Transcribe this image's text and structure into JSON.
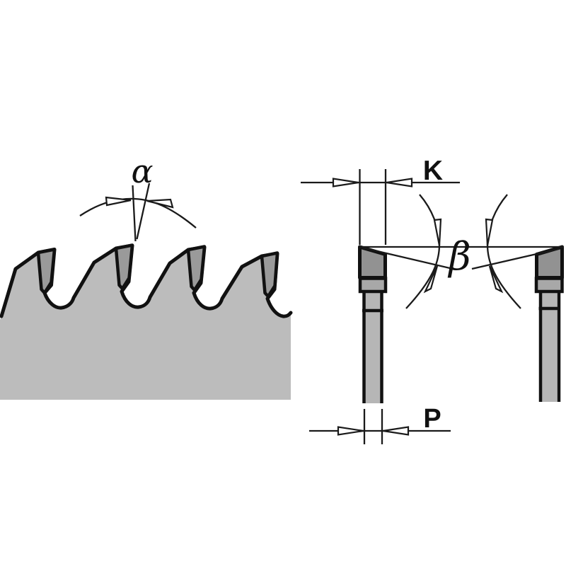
{
  "diagram": {
    "labels": {
      "hook_angle": "α",
      "bevel_angle": "β",
      "kerf_width": "K",
      "plate_thickness": "P"
    },
    "colors": {
      "background": "#ffffff",
      "blade_body": "#bcbcbc",
      "carbide_tip_side": "#9a9a9a",
      "carbide_tip_front": "#929292",
      "braze_band": "#a8a8a8",
      "plate_front": "#b6b6b6",
      "outline": "#111111",
      "annotation": "#1a1a1a"
    }
  }
}
